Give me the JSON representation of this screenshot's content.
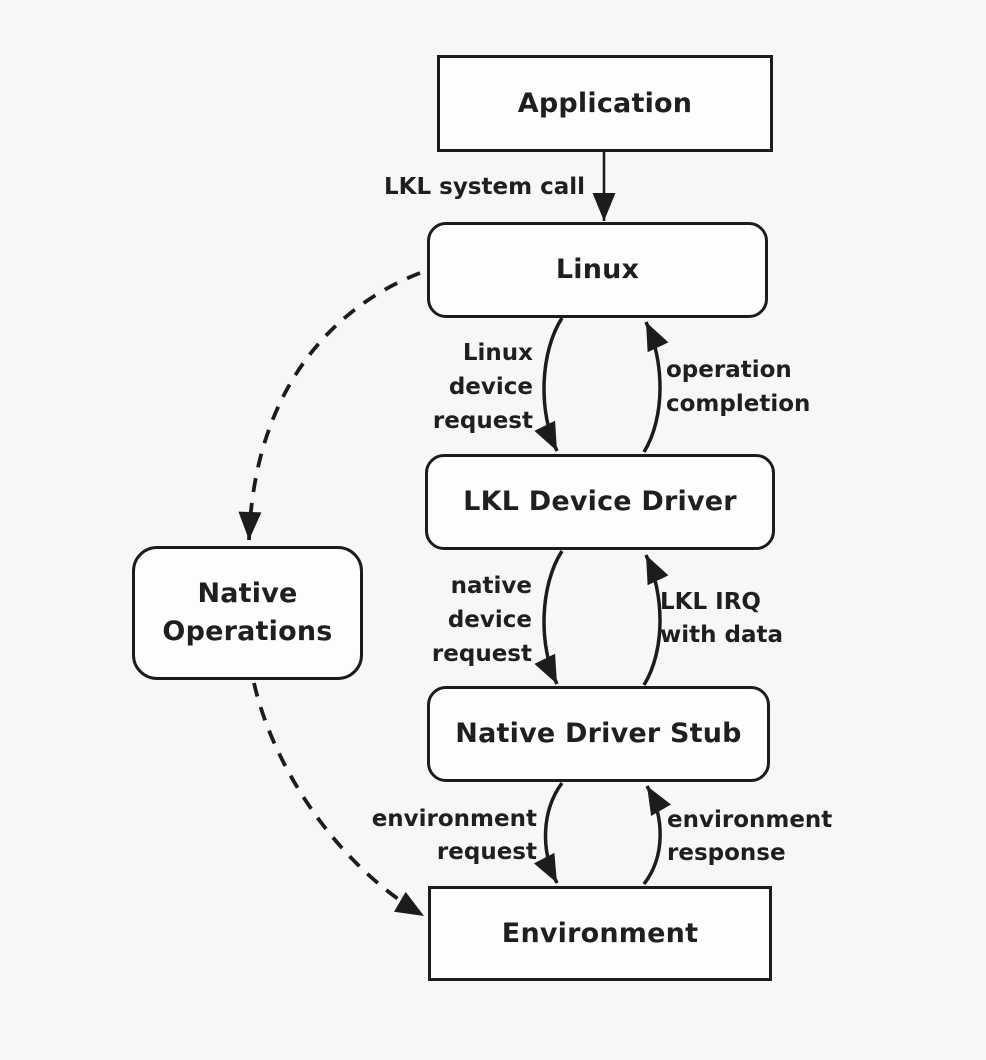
{
  "diagram": {
    "title": "LKL architecture flow diagram",
    "nodes": {
      "application": {
        "label": "Application"
      },
      "linux": {
        "label": "Linux"
      },
      "lkl_device_driver": {
        "label": "LKL Device Driver"
      },
      "native_driver_stub": {
        "label": "Native Driver Stub"
      },
      "environment": {
        "label": "Environment"
      },
      "native_operations": {
        "label": "Native\nOperations"
      }
    },
    "edge_labels": {
      "lkl_system_call": {
        "label": "LKL system call"
      },
      "linux_device_request": {
        "label": "Linux\ndevice\nrequest"
      },
      "operation_completion": {
        "label": "operation\ncompletion"
      },
      "native_device_request": {
        "label": "native\ndevice\nrequest"
      },
      "lkl_irq_with_data": {
        "label": "LKL IRQ\nwith data"
      },
      "environment_request": {
        "label": "environment\nrequest"
      },
      "environment_response": {
        "label": "environment\nresponse"
      }
    },
    "colors": {
      "background": "#f7f7f5",
      "box_fill": "#fdfdfc",
      "stroke": "#1c1c1c",
      "text": "#1f1f1f"
    }
  }
}
